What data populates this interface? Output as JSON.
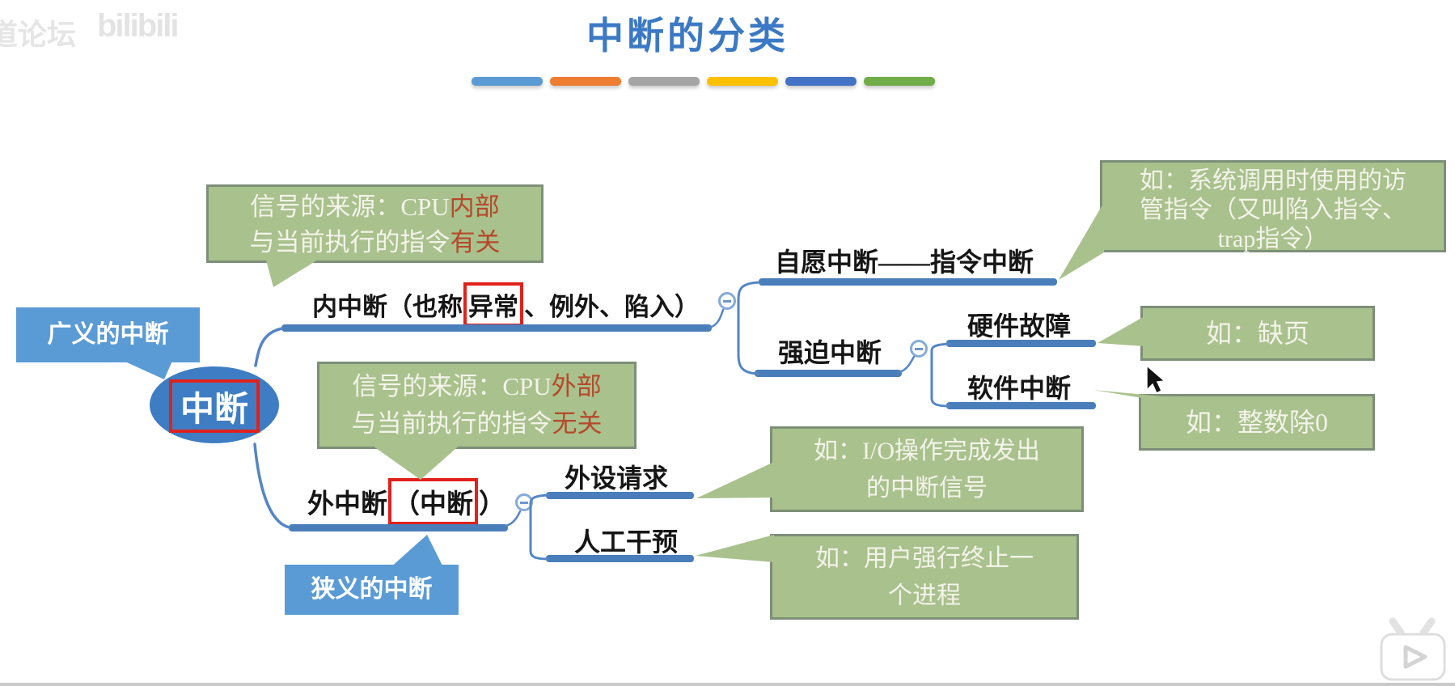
{
  "watermark": {
    "site_text": "道论坛",
    "logo_text": "bilibili"
  },
  "header": {
    "title": "中断的分类"
  },
  "divider_colors": [
    "#5b9bd5",
    "#ed7d31",
    "#a5a5a5",
    "#ffc000",
    "#4472c4",
    "#70ad47"
  ],
  "tags": {
    "broad": "广义的中断",
    "narrow": "狭义的中断"
  },
  "root": {
    "label": "中断"
  },
  "notes": {
    "internal": {
      "line1_text": "信号的来源：CPU",
      "line1_highlight": "内部",
      "line2_text": "与当前执行的指令",
      "line2_highlight": "有关"
    },
    "external": {
      "line1_text": "信号的来源：CPU",
      "line1_highlight": "外部",
      "line2_text": "与当前执行的指令",
      "line2_highlight": "无关"
    }
  },
  "branches": {
    "internal": {
      "prefix": "内中断（也称",
      "boxed": "异常",
      "suffix": "、例外、陷入）"
    },
    "voluntary": {
      "label": "自愿中断——指令中断"
    },
    "forced": {
      "label": "强迫中断"
    },
    "hardware": {
      "label": "硬件故障"
    },
    "software": {
      "label": "软件中断"
    },
    "external": {
      "prefix": "外中断",
      "boxed": "（中断",
      "suffix": "）"
    },
    "peripheral": {
      "label": "外设请求"
    },
    "manual": {
      "label": "人工干预"
    }
  },
  "examples": {
    "trap": {
      "line1": "如：系统调用时使用的访",
      "line2": "管指令（又叫陷入指令、",
      "line3": "trap指令）"
    },
    "page_fault": {
      "label": "如：缺页"
    },
    "divide_zero": {
      "label": "如：整数除0"
    },
    "io": {
      "line1": "如：I/O操作完成发出",
      "line2": "的中断信号"
    },
    "kill": {
      "line1": "如：用户强行终止一",
      "line2": "个进程"
    }
  },
  "icons": {
    "collapse": "minus-circle-icon",
    "play": "bilibili-play-icon",
    "cursor": "mouse-cursor-icon"
  },
  "colors": {
    "title_blue": "#3c79c4",
    "tag_blue": "#5b9bd5",
    "line_blue": "#4a7ebb",
    "ellipse_blue": "#3e7dc3",
    "note_green": "#a9c18c",
    "note_border": "#7d8f78",
    "note_text": "#f3f3ea",
    "highlight_red": "#b5492c",
    "marker_red": "#e0211c",
    "node_text": "#161616"
  }
}
